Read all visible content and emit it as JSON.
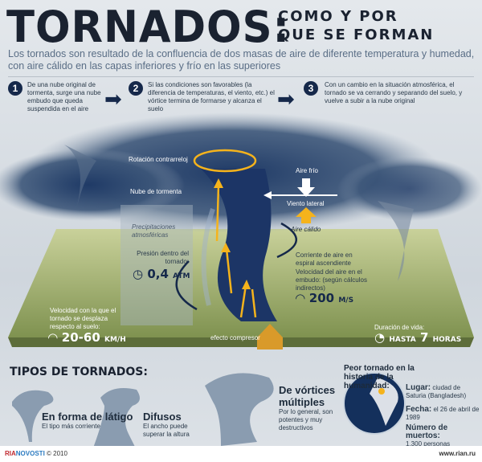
{
  "header": {
    "title": "TORNADOS:",
    "subtitle_line1": "COMO Y POR",
    "subtitle_line2": "QUE SE FORMAN",
    "intro": "Los tornados son resultado de la confluencia de dos masas de aire de diferente temperatura y humedad, con aire cálido en las capas inferiores y frío en las superiores"
  },
  "steps": [
    {
      "num": "1",
      "text": "De una nube original de tormenta, surge una nube embudo que queda suspendida en el aire"
    },
    {
      "num": "2",
      "text": "Si las condiciones son favorables (la diferencia de temperaturas, el viento, etc.) el vórtice termina de formarse y alcanza el suelo"
    },
    {
      "num": "3",
      "text": "Con un cambio en la situación atmosférica, el tornado se va cerrando y separando del suelo, y vuelve a subir a la nube original"
    }
  ],
  "diagram": {
    "rotation": "Rotación contrarreloj",
    "storm_cloud": "Nube de tormenta",
    "precipitation": "Precipitaciones atmosféricas",
    "cold_air": "Aire frío",
    "lateral_wind": "Viento lateral",
    "warm_air": "Aire cálido",
    "pressure_label": "Presión dentro del tornado:",
    "pressure_value": "0,4",
    "pressure_unit": "ATM",
    "spiral_current": "Corriente de aire en espiral ascendiente",
    "air_speed_label": "Velocidad del aire en el embudo: (según cálculos indirectos)",
    "air_speed_value": "200",
    "air_speed_unit": "M/S",
    "ground_speed_label": "Velocidad con la que el tornado se desplaza respecto al suelo:",
    "ground_speed_value": "20-60",
    "ground_speed_unit": "KM/H",
    "compressor": "efecto compresor",
    "duration_label": "Duración de vida:",
    "duration_prefix": "HASTA",
    "duration_value": "7",
    "duration_unit": "HORAS"
  },
  "types": {
    "title": "TIPOS DE TORNADOS:",
    "items": [
      {
        "name": "En forma de látigo",
        "desc": "El tipo más corriente"
      },
      {
        "name": "Difusos",
        "desc": "El ancho puede superar la altura"
      },
      {
        "name": "De vórtices múltiples",
        "desc": "Por lo general, son potentes y muy destructivos"
      }
    ]
  },
  "worst": {
    "title": "Peor tornado en la historia de la humanidad:",
    "place_label": "Lugar:",
    "place": "ciudad de Saturia (Bangladesh)",
    "date_label": "Fecha:",
    "date": "el 26 de abril de 1989",
    "deaths_label": "Número de muertos:",
    "deaths": "1.300 personas"
  },
  "footer": {
    "brand_a": "RIA",
    "brand_b": "NOVOSTI",
    "copyright": "© 2010",
    "url": "www.rian.ru"
  },
  "colors": {
    "navy": "#15284a",
    "accent": "#f5b31c",
    "ground": "#9aa86a"
  }
}
